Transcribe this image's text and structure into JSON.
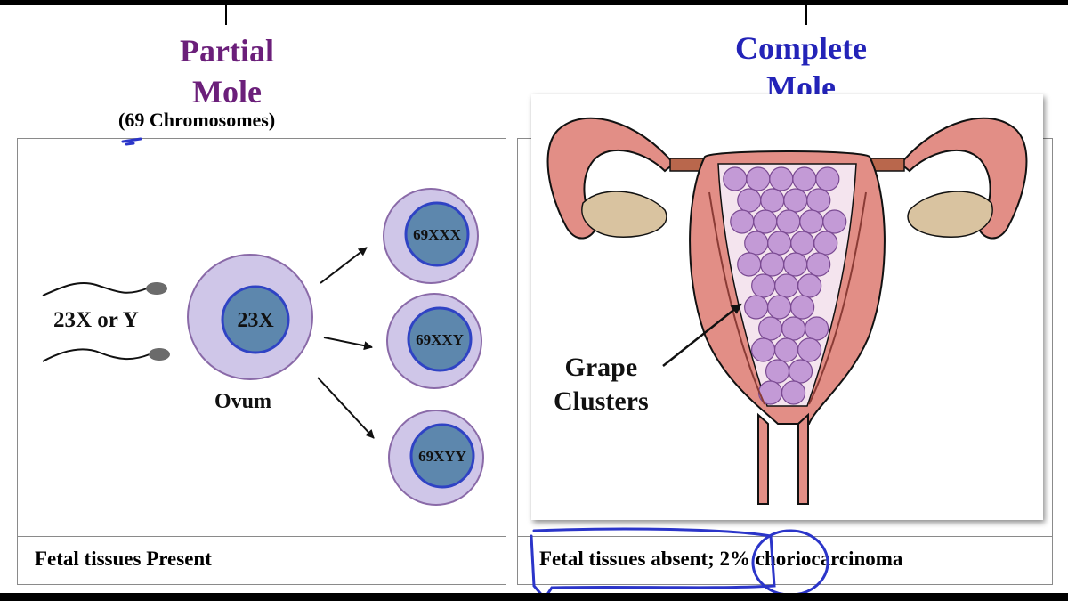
{
  "partial": {
    "title_line1": "Partial",
    "title_line2": "Mole",
    "subtitle": "(69 Chromosomes)",
    "sperm_label": "23X or Y",
    "ovum_cell_label": "23X",
    "ovum_label": "Ovum",
    "results": [
      "69XXX",
      "69XXY",
      "69XYY"
    ],
    "footer": "Fetal tissues Present"
  },
  "complete": {
    "title_line1": "Complete",
    "title_line2": "Mole",
    "grape_label_line1": "Grape",
    "grape_label_line2": "Clusters",
    "footer": "Fetal tissues absent; 2% choriocarcinoma"
  },
  "colors": {
    "partial_title": "#6b1f7a",
    "complete_title": "#2323b8",
    "cell_outer": "#cfc6e8",
    "cell_nucleus": "#5d87ad",
    "cell_ring": "#2f43c4",
    "uterus": "#e28e86",
    "grape": "#c39ad6",
    "annotation_pen": "#2b35c9"
  }
}
